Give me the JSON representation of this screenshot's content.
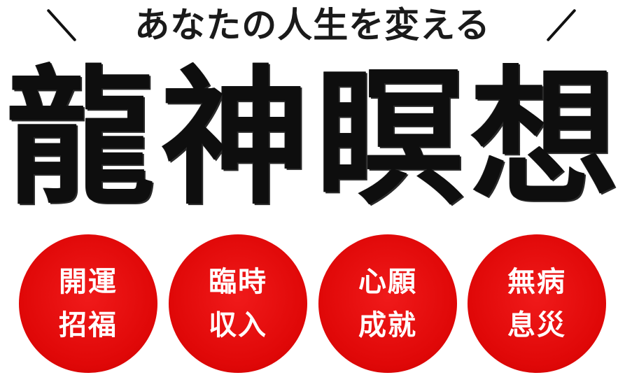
{
  "tagline": "あなたの人生を変える",
  "title_chars": [
    "龍",
    "神",
    "瞑",
    "想"
  ],
  "circles": [
    {
      "line1": "開運",
      "line2": "招福"
    },
    {
      "line1": "臨時",
      "line2": "収入"
    },
    {
      "line1": "心願",
      "line2": "成就"
    },
    {
      "line1": "無病",
      "line2": "息災"
    }
  ],
  "colors": {
    "accent_red": "#e00808",
    "title_black": "#0e0e0e",
    "circle_text": "#ffffff"
  }
}
